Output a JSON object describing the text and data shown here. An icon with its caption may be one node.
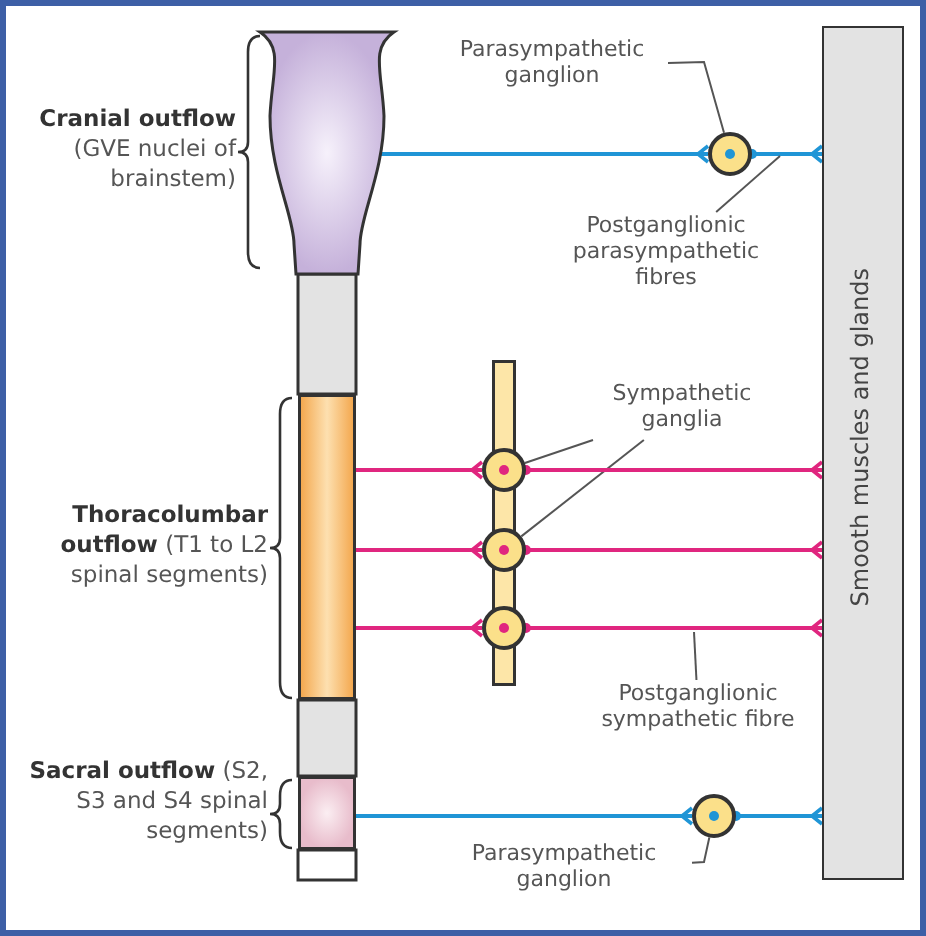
{
  "diagram": {
    "nodes": [
      {
        "text": [],
        "shape": "picture",
        "beside": [
          "**Cranial outflow** (GVE nuclei of brainstem)"
        ]
      },
      {
        "text": [
          "Parasympathetic ganglion"
        ]
      },
      {
        "text": [],
        "shape": "circle"
      },
      {
        "text": [
          "Smooth muscles and glands"
        ]
      },
      {
        "text": [
          "Postganglionic parasympathetic fibres"
        ]
      },
      {
        "text": [
          "Sympathetic ganglia"
        ]
      },
      {
        "text": [],
        "shape": "bar",
        "beside": [
          "**Thoracolumbar outflow** (T1 to L2 spinal segments)"
        ]
      },
      {
        "text": [],
        "shape": "circle"
      },
      {
        "text": [],
        "shape": "circle"
      },
      {
        "text": [],
        "shape": "circle"
      },
      {
        "text": [
          "Postganglionic sympathetic fibre"
        ]
      },
      {
        "text": [],
        "shape": "box",
        "beside": [
          "**Sacral outflow** (S2, S3 and S4 spinal segments)"
        ]
      },
      {
        "text": [],
        "shape": "circle"
      },
      {
        "text": [
          "Parasympathetic ganglion"
        ]
      },
      {
        "text": [],
        "shape": "bar"
      }
    ],
    "edges": [
      {
        "from": 0,
        "to": 2,
        "arrow": "other",
        "color": "#1f95d6"
      },
      {
        "from": 2,
        "to": 3,
        "arrow": "other",
        "color": "#1f95d6"
      },
      {
        "from": 1,
        "to": 2,
        "arrow": "none"
      },
      {
        "from": 4,
        "to": null,
        "arrow": "none"
      },
      {
        "from": 5,
        "to": 7,
        "arrow": "none"
      },
      {
        "from": 5,
        "to": 8,
        "arrow": "none"
      },
      {
        "from": 6,
        "to": 7,
        "arrow": "other",
        "color": "#e0267f"
      },
      {
        "from": 7,
        "to": 3,
        "arrow": "other",
        "color": "#e0267f"
      },
      {
        "from": 6,
        "to": 8,
        "arrow": "other",
        "color": "#e0267f"
      },
      {
        "from": 8,
        "to": 3,
        "arrow": "other",
        "color": "#e0267f"
      },
      {
        "from": 6,
        "to": 9,
        "arrow": "other",
        "color": "#e0267f"
      },
      {
        "from": 9,
        "to": 3,
        "arrow": "other",
        "color": "#e0267f"
      },
      {
        "from": 10,
        "to": null,
        "arrow": "none"
      },
      {
        "from": 11,
        "to": 12,
        "arrow": "other",
        "color": "#1f95d6"
      },
      {
        "from": 12,
        "to": 3,
        "arrow": "other",
        "color": "#1f95d6"
      },
      {
        "from": 13,
        "to": 12,
        "arrow": "none"
      }
    ]
  }
}
